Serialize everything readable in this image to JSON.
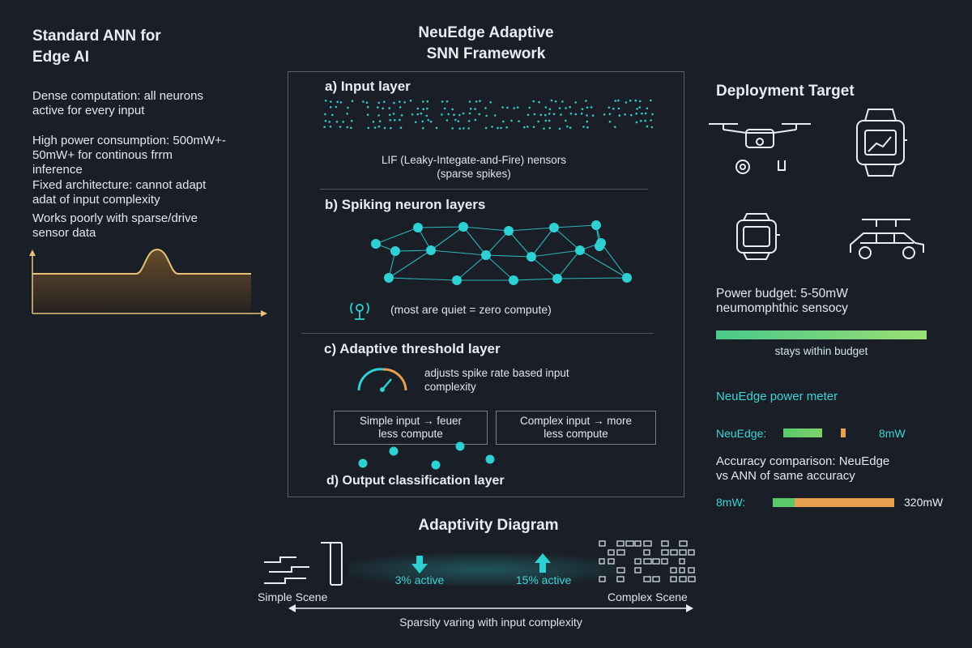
{
  "left": {
    "title_line1": "Standard ANN for",
    "title_line2": "Edge AI",
    "points": [
      [
        "Dense computation: all neurons",
        "active for every input"
      ],
      [
        "High power consumption: 500mW+-",
        "50mW+ for continous frrm",
        "inference"
      ],
      [
        "Fixed architecture: cannot adapt",
        "adat of input complexity"
      ],
      [
        "Works poorly with sparse/drive",
        "sensor data"
      ]
    ]
  },
  "center": {
    "title_line1": "NeuEdge Adaptive",
    "title_line2": "SNN Framework",
    "section_a": {
      "heading": "a) Input layer",
      "caption_line1": "LIF (Leaky-Integate-and-Fire) nensors",
      "caption_line2": "(sparse spikes)"
    },
    "section_b": {
      "heading": "b) Spiking neuron layers",
      "caption": "(most are quiet = zero compute)"
    },
    "section_c": {
      "heading": "c) Adaptive threshold layer",
      "caption_line1": "adjusts spike rate based input",
      "caption_line2": "complexity",
      "box_simple_line1": "Simple input → feuer",
      "box_simple_line2": "less compute",
      "box_complex_line1": "Complex input → more",
      "box_complex_line2": "less compute"
    },
    "section_d": {
      "heading": "d) Output classification layer"
    }
  },
  "right": {
    "title": "Deployment Target",
    "power_budget_line1": "Power budget: 5-50mW",
    "power_budget_line2": "neumomphthic sensocy",
    "budget_caption": "stays within budget",
    "meter_title": "NeuEdge power meter",
    "meter_label": "NeuEdge:",
    "meter_value": "8mW",
    "meter_fill_fraction": 0.62,
    "accuracy_line1": "Accuracy comparison: NeuEdge",
    "accuracy_line2": "vs ANN of same accuracy",
    "compare_left": "8mW:",
    "compare_right": "320mW",
    "compare_split_fraction": 0.18
  },
  "bottom": {
    "title": "Adaptivity Diagram",
    "simple_scene": "Simple Scene",
    "complex_scene": "Complex Scene",
    "low_active": "3% active",
    "high_active": "15% active",
    "sparsity": "Sparsity varing with input complexity"
  },
  "colors": {
    "teal": "#2fd0d3",
    "green": "#63d67a",
    "orange": "#e7a04d",
    "curve": "#e8c27a"
  }
}
